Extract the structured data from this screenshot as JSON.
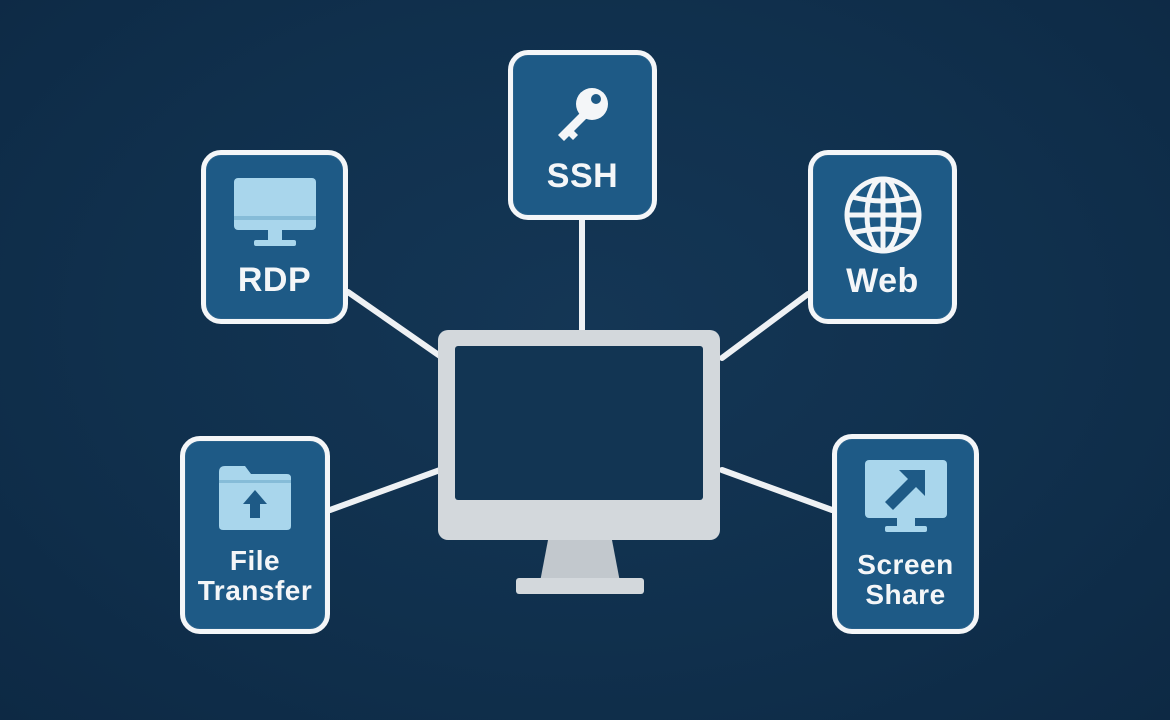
{
  "diagram": {
    "nodes": {
      "ssh": {
        "label": "SSH",
        "icon": "key-icon"
      },
      "rdp": {
        "label": "RDP",
        "icon": "desktop-monitor-icon"
      },
      "web": {
        "label": "Web",
        "icon": "globe-icon"
      },
      "file_transfer": {
        "label_line1": "File",
        "label_line2": "Transfer",
        "icon": "folder-upload-icon"
      },
      "screen_share": {
        "label_line1": "Screen",
        "label_line2": "Share",
        "icon": "screen-share-arrow-icon"
      }
    },
    "center": {
      "icon": "computer-monitor-icon"
    },
    "colors": {
      "background": "#10304d",
      "node_fill": "#1e5a86",
      "node_border": "#f4f6f8",
      "icon_light": "#a9d6ec",
      "monitor_frame": "#d3d8dc",
      "monitor_screen": "#123553",
      "connector": "#eef1f4"
    }
  }
}
